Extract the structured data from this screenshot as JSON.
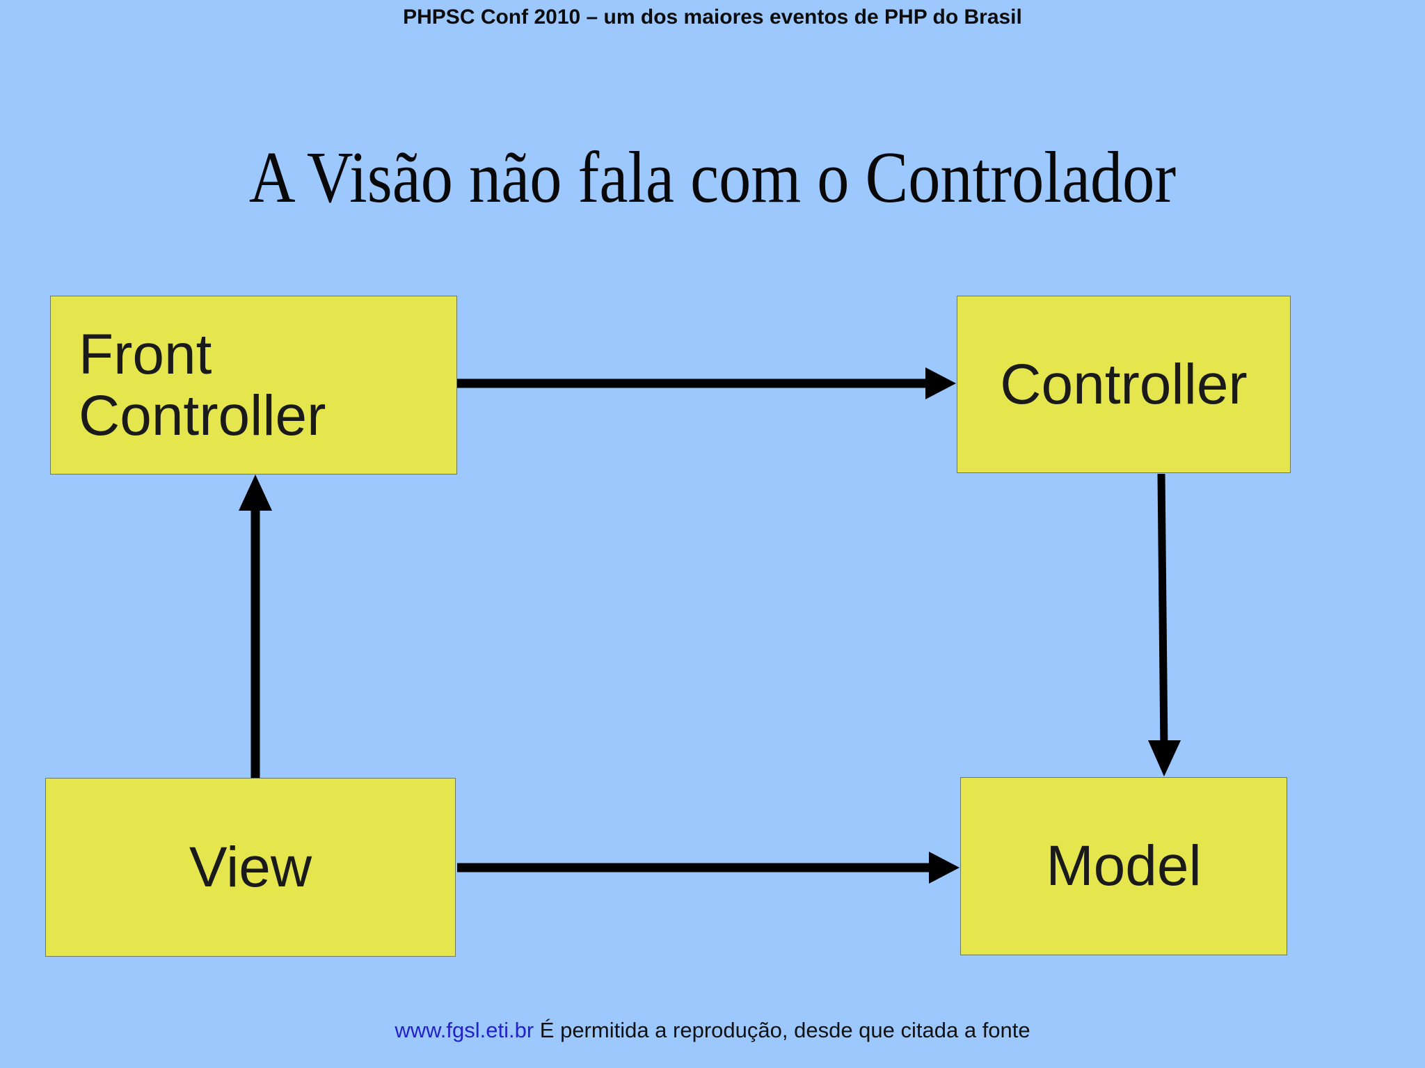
{
  "header": {
    "text": "PHPSC Conf 2010 – um dos maiores eventos de PHP do Brasil"
  },
  "slide": {
    "title": "A Visão não fala com o Controlador",
    "background_color": "#9CC8FE"
  },
  "diagram": {
    "box_fill_color": "#E5E64E",
    "box_border_color": "#6b7a5a",
    "arrow_color": "#000000",
    "nodes": [
      {
        "id": "front-controller",
        "label": "Front\nController",
        "align": "left"
      },
      {
        "id": "controller",
        "label": "Controller",
        "align": "center"
      },
      {
        "id": "view",
        "label": "View",
        "align": "center"
      },
      {
        "id": "model",
        "label": "Model",
        "align": "center"
      }
    ],
    "edges": [
      {
        "from": "front-controller",
        "to": "controller",
        "direction": "right"
      },
      {
        "from": "controller",
        "to": "model",
        "direction": "down"
      },
      {
        "from": "view",
        "to": "front-controller",
        "direction": "up"
      },
      {
        "from": "view",
        "to": "model",
        "direction": "right"
      }
    ]
  },
  "footer": {
    "link": "www.fgsl.eti.br",
    "note": " É permitida a reprodução, desde que citada a fonte",
    "link_color": "#2222C8"
  }
}
